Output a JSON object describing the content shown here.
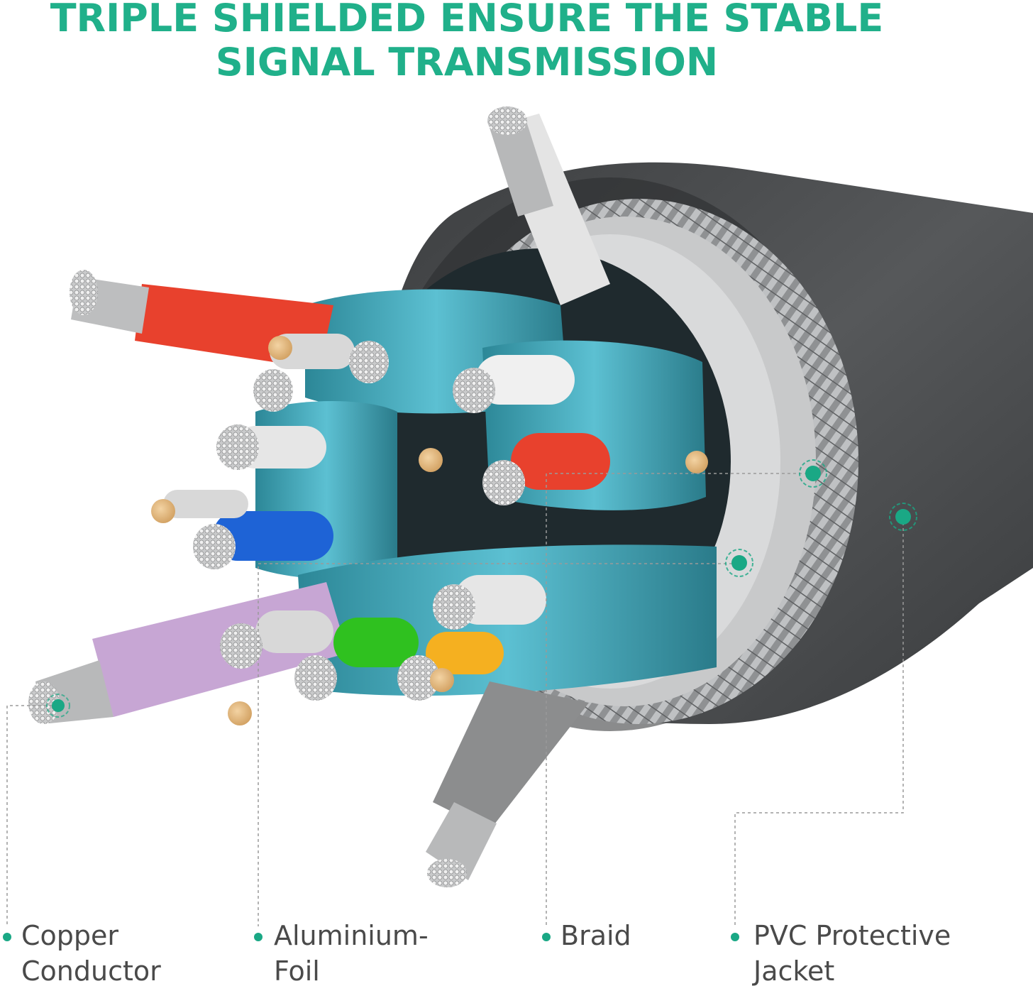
{
  "title": {
    "line1": "TRIPLE SHIELDED ENSURE THE STABLE",
    "line2": "SIGNAL TRANSMISSION"
  },
  "labels": [
    {
      "id": "copper",
      "line1": "Copper",
      "line2": "Conductor"
    },
    {
      "id": "foil",
      "line1": "Aluminium-",
      "line2": "Foil"
    },
    {
      "id": "braid",
      "line1": "Braid",
      "line2": ""
    },
    {
      "id": "jacket",
      "line1": "PVC Protective",
      "line2": "Jacket"
    }
  ],
  "colors": {
    "accent": "#1aa885",
    "title": "#20b08a",
    "label_text": "#4a4a4a",
    "jacket": "#4e5052",
    "braid": "#9a9c9e",
    "foil": "#3aa3b5",
    "foil_dark": "#1f6b78",
    "copper_tip": "#e3b87a",
    "wire_red": "#e8412d",
    "wire_white": "#e6e6e6",
    "wire_blue": "#1e63d6",
    "wire_purple": "#c7a6d4",
    "wire_green": "#2fc11f",
    "wire_gray": "#8c8d8e",
    "wire_orange": "#f5b020"
  },
  "icons": [
    "strand-bundle-icon",
    "callout-marker-icon"
  ]
}
